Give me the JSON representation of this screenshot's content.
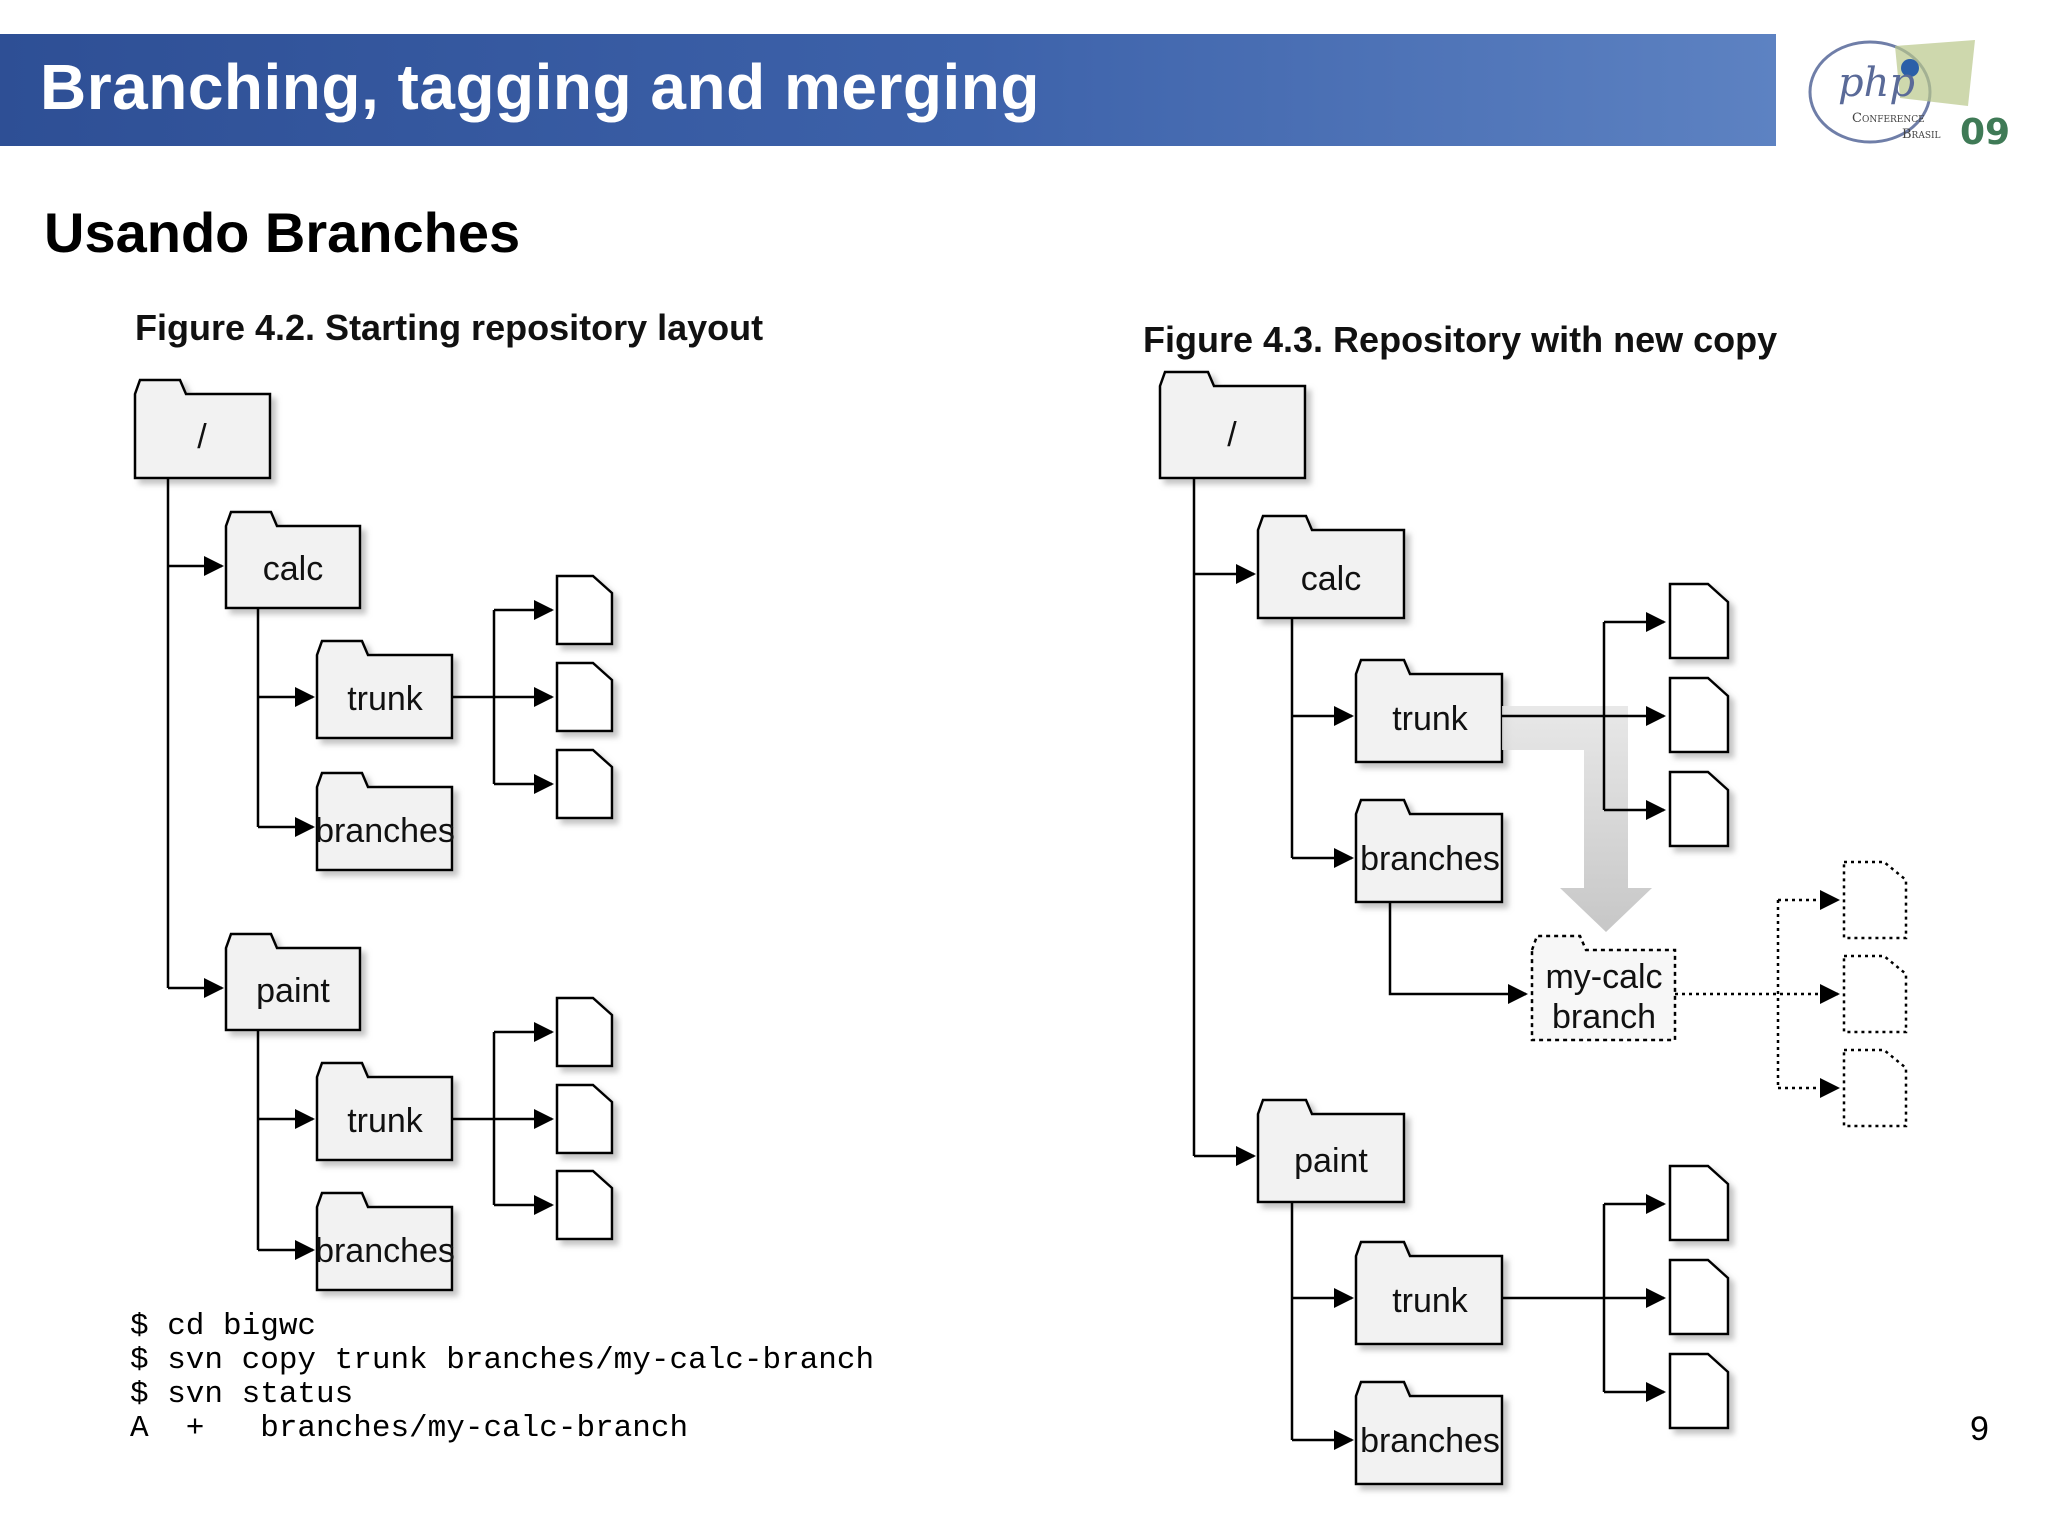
{
  "header": {
    "title": "Branching, tagging and merging"
  },
  "logo": {
    "brand": "php",
    "line1": "Conference",
    "line2": "Brasil",
    "year": "09"
  },
  "subtitle": "Usando Branches",
  "figures": {
    "left": {
      "title": "Figure 4.2. Starting repository layout",
      "root": "/",
      "project1": "calc",
      "project2": "paint",
      "trunk": "trunk",
      "branches": "branches"
    },
    "right": {
      "title": "Figure 4.3. Repository with new copy",
      "root": "/",
      "project1": "calc",
      "project2": "paint",
      "trunk": "trunk",
      "branches": "branches",
      "new_branch_line1": "my-calc",
      "new_branch_line2": "branch"
    }
  },
  "code": "$ cd bigwc\n$ svn copy trunk branches/my-calc-branch\n$ svn status\nA  +   branches/my-calc-branch",
  "page_number": "9",
  "colors": {
    "header": "#3a5ca5",
    "folder_fill": "#f2f2f2",
    "line": "#000000",
    "copy_arrow": "#cccccc"
  }
}
